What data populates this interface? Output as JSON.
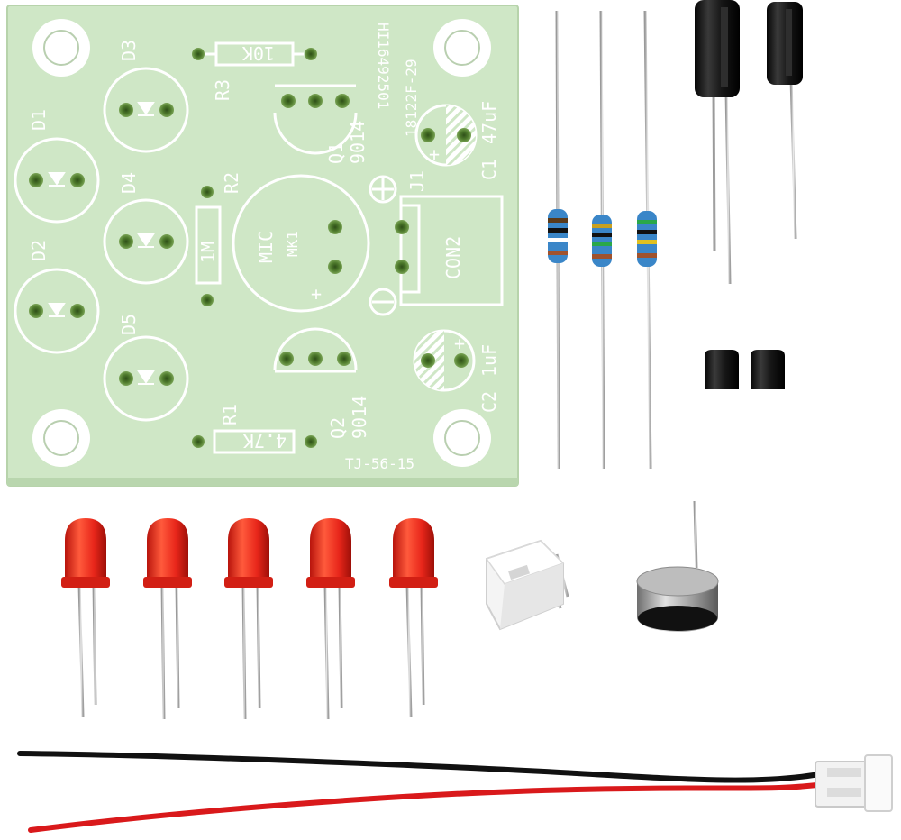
{
  "colors": {
    "background": "#ffffff",
    "pcb": "#cfe7c6",
    "silkscreen": "#ffffff",
    "pad": "#5a7f3a",
    "led_red": "#e8261a",
    "capacitor": "#1b1b1b",
    "wire_black": "#111111",
    "wire_red": "#d9191b",
    "connector": "#f3f3f3"
  },
  "pcb": {
    "silkscreen_labels": {
      "d1": "D1",
      "d2": "D2",
      "d3": "D3",
      "d4": "D4",
      "d5": "D5",
      "r1": "R1",
      "r2": "R2",
      "r3": "R3",
      "r1_value": "4.7K",
      "r2_value": "1M",
      "r3_value": "10K",
      "q1": "Q1",
      "q2": "Q2",
      "q1_part": "9014",
      "q2_part": "9014",
      "c1": "C1",
      "c1_value": "47uF",
      "c2": "C2",
      "c2_value": "1uF",
      "j1": "J1",
      "con2": "CON2",
      "mic": "MIC",
      "mk1": "MK1",
      "board_id": "TJ-56-15",
      "code_line1": "HI16492501",
      "code_line2": "18122F-29",
      "plus": "+",
      "minus": "−"
    }
  },
  "components": {
    "leds_count": 5,
    "resistors_count": 3,
    "capacitors_count": 2,
    "transistors_count": 2
  }
}
